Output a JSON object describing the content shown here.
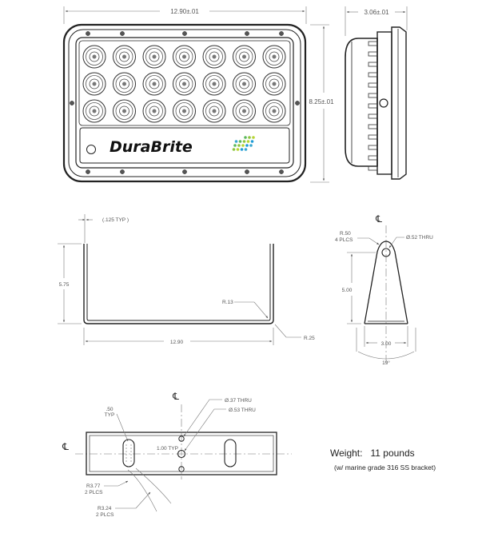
{
  "front_view": {
    "width_label": "12.90±.01",
    "height_label": "8.25±.01",
    "brand_text": "DuraBrite",
    "led_rows": 3,
    "led_cols": 7
  },
  "side_view": {
    "depth_label": "3.06±.01"
  },
  "bracket_front": {
    "thickness_label": "(.125 TYP )",
    "height_label": "5.75",
    "inner_radius_label": "R.13",
    "width_label": "12.90",
    "outer_radius_label": "R.25"
  },
  "bracket_side": {
    "centerline_symbol": "℄",
    "radius_label": "R.50",
    "radius_count": "4 PLCS",
    "hole_label": "Ø.52 THRU",
    "height_label": "5.00",
    "width_label": "3.00",
    "angle_label": "19°"
  },
  "bracket_bottom": {
    "centerline_symbol": "℄",
    "hole1_label": "Ø.37 THRU",
    "hole2_label": "Ø.53 THRU",
    "slot_label": ".50",
    "slot_typ": "TYP",
    "spacing_label": "1.00 TYP",
    "r1_label": "R3.77",
    "r1_count": "2 PLCS",
    "r2_label": "R3.24",
    "r2_count": "2 PLCS"
  },
  "specs": {
    "weight_label": "Weight:",
    "weight_value": "11 pounds",
    "note": "(w/ marine grade 316 SS bracket)"
  }
}
